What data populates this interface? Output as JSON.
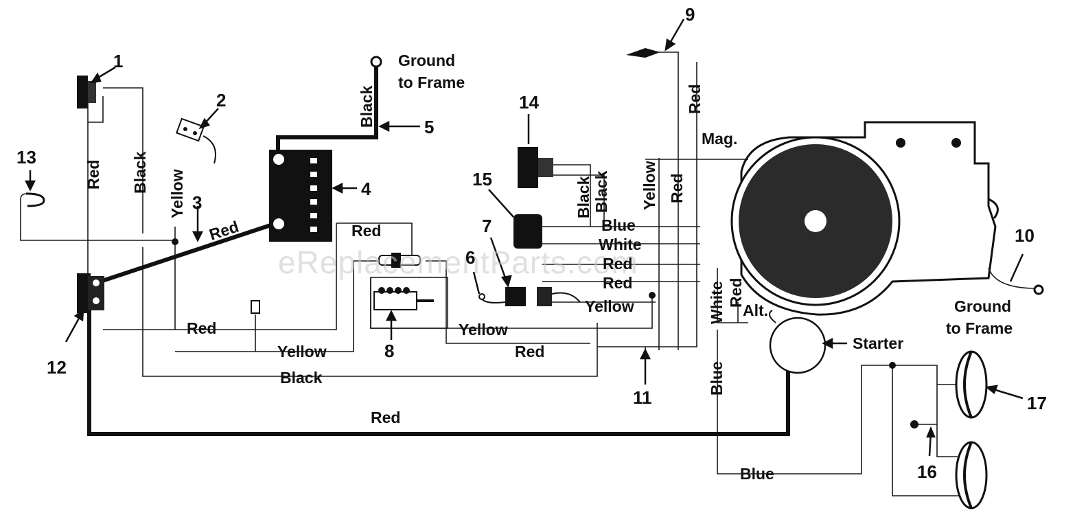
{
  "callouts": [
    "1",
    "2",
    "3",
    "4",
    "5",
    "6",
    "7",
    "8",
    "9",
    "10",
    "11",
    "12",
    "13",
    "14",
    "15",
    "16",
    "17"
  ],
  "wire_labels": {
    "red_1": "Red",
    "black_1": "Black",
    "yellow_2": "Yellow",
    "red_3": "Red",
    "black_5": "Black",
    "red_top_fuse": "Red",
    "red_lower": "Red",
    "yellow_lower": "Yellow",
    "black_lower": "Black",
    "red_bottom": "Red",
    "yellow_8": "Yellow",
    "red_8": "Red",
    "black_14a": "Black",
    "black_14b": "Black",
    "blue_15": "Blue",
    "white_15": "White",
    "red_15a": "Red",
    "red_15b": "Red",
    "yellow_7": "Yellow",
    "yellow_eng": "Yellow",
    "red_eng": "Red",
    "red_9": "Red",
    "white_alt": "White",
    "red_alt": "Red",
    "blue_starter": "Blue",
    "blue_bottom": "Blue"
  },
  "annotations": {
    "ground_top_1": "Ground",
    "ground_top_2": "to Frame",
    "ground_right_1": "Ground",
    "ground_right_2": "to Frame",
    "mag": "Mag.",
    "alt": "Alt.",
    "starter": "Starter"
  },
  "watermark": "eReplacementParts.com"
}
